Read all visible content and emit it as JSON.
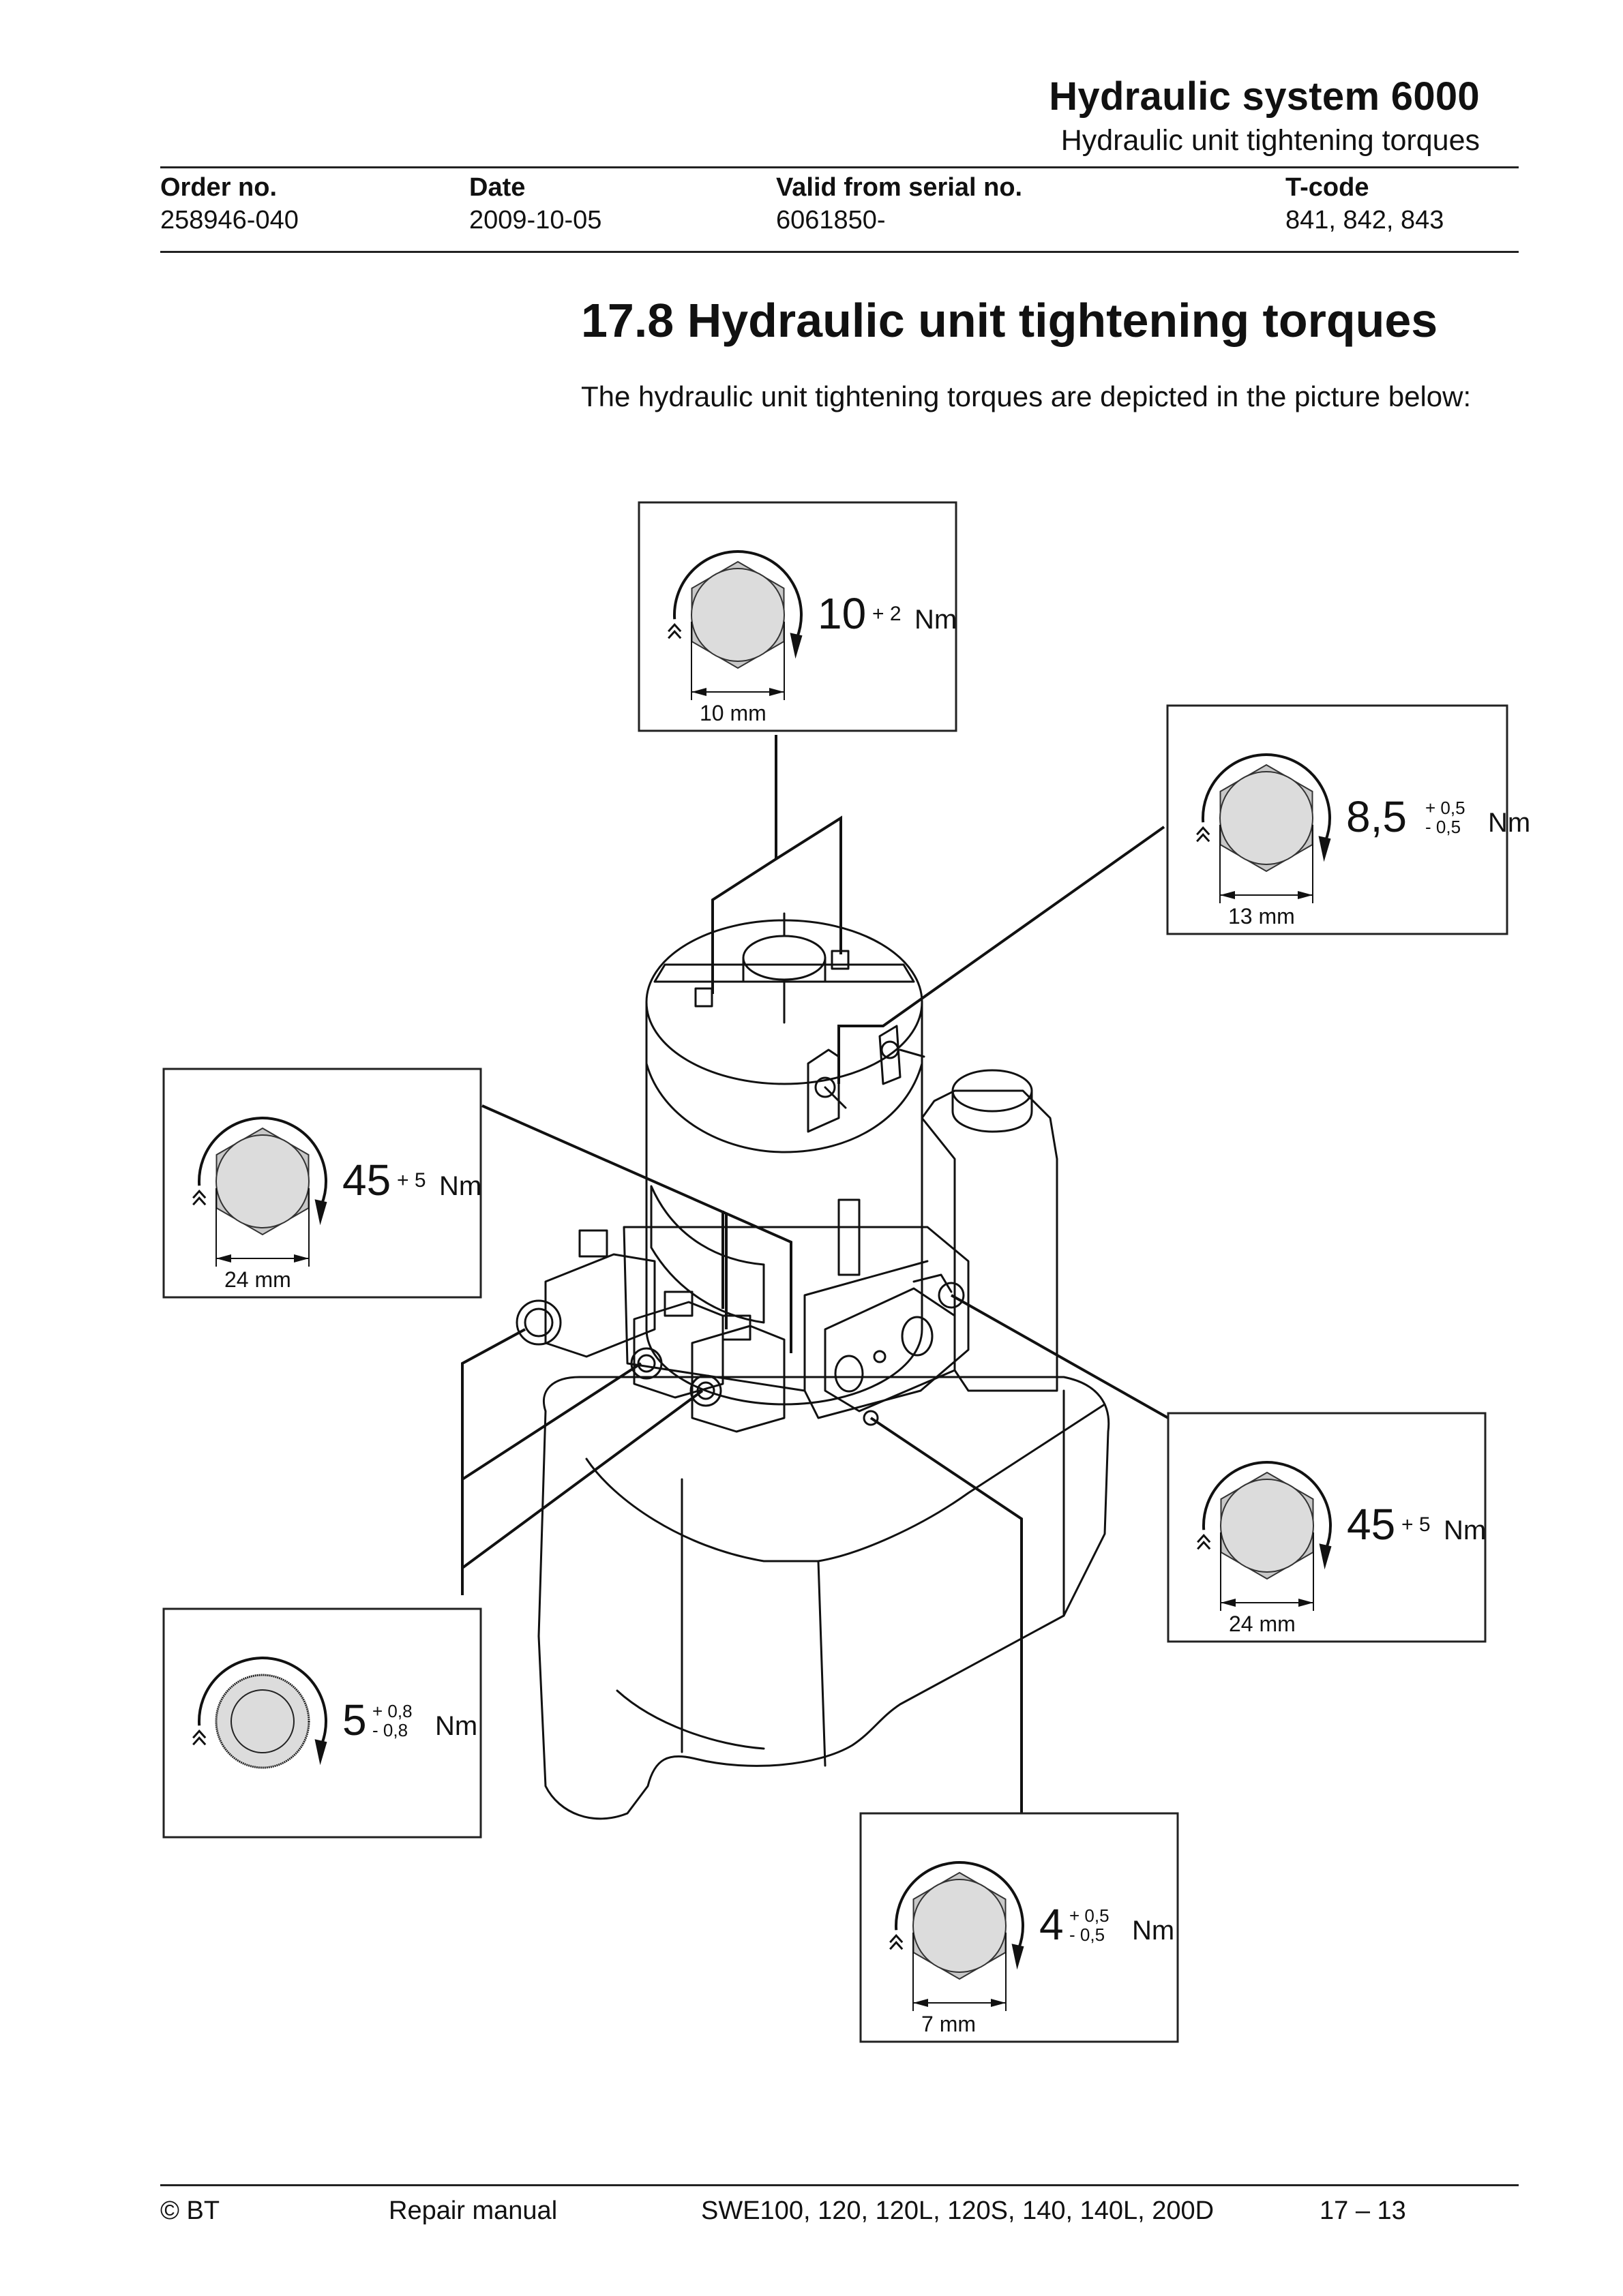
{
  "header": {
    "title": "Hydraulic system 6000",
    "subtitle": "Hydraulic unit tightening torques",
    "meta": [
      {
        "label": "Order no.",
        "value": "258946-040"
      },
      {
        "label": "Date",
        "value": "2009-10-05"
      },
      {
        "label": "Valid from serial no.",
        "value": "6061850-"
      },
      {
        "label": "T-code",
        "value": "841, 842, 843"
      }
    ]
  },
  "section": {
    "title": "17.8  Hydraulic unit tightening torques",
    "intro": "The hydraulic unit tightening torques are depicted in the picture below:"
  },
  "callouts": [
    {
      "id": "top",
      "shape": "hex",
      "torque": "10",
      "tol_plus": "+ 2",
      "tol_minus": "",
      "unit": "Nm",
      "size": "10 mm"
    },
    {
      "id": "upper-right",
      "shape": "hex",
      "torque": "8,5",
      "tol_plus": "+ 0,5",
      "tol_minus": "- 0,5",
      "unit": "Nm",
      "size": "13 mm"
    },
    {
      "id": "upper-left",
      "shape": "hex",
      "torque": "45",
      "tol_plus": "+ 5",
      "tol_minus": "",
      "unit": "Nm",
      "size": "24 mm"
    },
    {
      "id": "lower-right",
      "shape": "hex",
      "torque": "45",
      "tol_plus": "+ 5",
      "tol_minus": "",
      "unit": "Nm",
      "size": "24 mm"
    },
    {
      "id": "lower-left",
      "shape": "knurled-nut",
      "torque": "5",
      "tol_plus": "+ 0,8",
      "tol_minus": "- 0,8",
      "unit": "Nm",
      "size": ""
    },
    {
      "id": "bottom",
      "shape": "hex",
      "torque": "4",
      "tol_plus": "+ 0,5",
      "tol_minus": "- 0,5",
      "unit": "Nm",
      "size": "7 mm"
    }
  ],
  "colors": {
    "ink": "#111111",
    "bolt_fill": "#dcdcdc",
    "hex_fill": "#c8c8c8"
  },
  "footer": {
    "copyright": "© BT",
    "doc_type": "Repair manual",
    "models": "SWE100, 120, 120L, 120S, 140, 140L, 200D",
    "page": "17 – 13"
  }
}
